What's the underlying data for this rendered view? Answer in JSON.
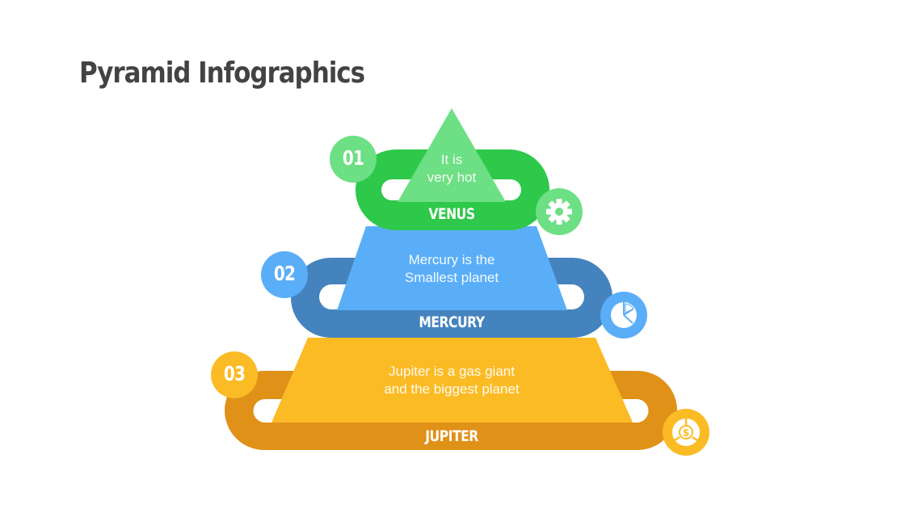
{
  "title": "Pyramid Infographics",
  "colors": {
    "title": "#434343",
    "green_ring": "#2ec84a",
    "green_light": "#6ddf84",
    "blue_ring": "#4583bf",
    "blue_light": "#5aaef8",
    "yellow_ring": "#e09118",
    "yellow_light": "#fbbb25",
    "background": "#ffffff"
  },
  "levels": [
    {
      "number": "01",
      "name": "VENUS",
      "description_line1": "It is",
      "description_line2": "very hot",
      "icon": "gear-icon"
    },
    {
      "number": "02",
      "name": "MERCURY",
      "description_line1": "Mercury is the",
      "description_line2": "Smallest planet",
      "icon": "pie-chart-icon"
    },
    {
      "number": "03",
      "name": "JUPITER",
      "description_line1": "Jupiter is a gas giant",
      "description_line2": "and the biggest planet",
      "icon": "money-icon"
    }
  ]
}
